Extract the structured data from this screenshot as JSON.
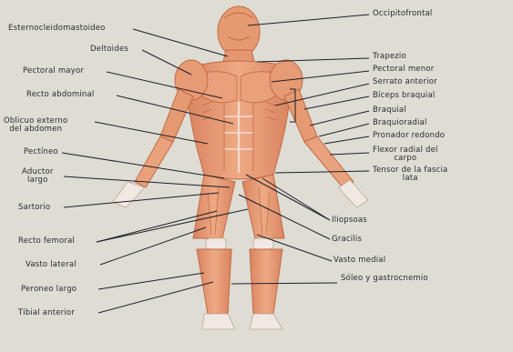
{
  "labels_left": [
    {
      "id": "esternocleidomastoideo",
      "text": "Esternocleidomastoideo"
    },
    {
      "id": "deltoides",
      "text": "Deltoides"
    },
    {
      "id": "pectoral-mayor",
      "text": "Pectoral mayor"
    },
    {
      "id": "recto-abdominal",
      "text": "Recto abdominal"
    },
    {
      "id": "oblicuo-externo",
      "text": "Oblicuo externo\ndel abdomen"
    },
    {
      "id": "pectineo",
      "text": "Pectíneo"
    },
    {
      "id": "aductor-largo",
      "text": "Aductor\nlargo"
    },
    {
      "id": "sartorio",
      "text": "Sartorio"
    },
    {
      "id": "recto-femoral",
      "text": "Recto femoral"
    },
    {
      "id": "vasto-lateral",
      "text": "Vasto lateral"
    },
    {
      "id": "peroneo-largo",
      "text": "Peroneo largo"
    },
    {
      "id": "tibial-anterior",
      "text": "Tibial anterior"
    }
  ],
  "labels_right": [
    {
      "id": "occipitofrontal",
      "text": "Occipitofrontal"
    },
    {
      "id": "trapezio",
      "text": "Trapezio"
    },
    {
      "id": "pectoral-menor",
      "text": "Pectoral menor"
    },
    {
      "id": "serrato-anterior",
      "text": "Serrato anterior"
    },
    {
      "id": "biceps-braquial",
      "text": "Bíceps braquial"
    },
    {
      "id": "braquial",
      "text": "Braquial"
    },
    {
      "id": "braquioradial",
      "text": "Braquioradial"
    },
    {
      "id": "pronador-redondo",
      "text": "Pronador redondo"
    },
    {
      "id": "flexor-radial",
      "text": "Flexor radial del\ncarpo"
    },
    {
      "id": "tensor-fascia-lata",
      "text": "Tensor de la fascia\nlata"
    },
    {
      "id": "iliopsoas",
      "text": "Iliopsoas"
    },
    {
      "id": "gracilis",
      "text": "Gracilis"
    },
    {
      "id": "vasto-medial",
      "text": "Vasto medial"
    },
    {
      "id": "soleo-gastrocnemio",
      "text": "Sóleo y gastrocnemio"
    }
  ],
  "colors": {
    "background": "#dedcd3",
    "muscle": "#e9a07a",
    "muscle_dark": "#c9714b",
    "tendon": "#f4ebe6",
    "leader_line": "#1e1e2a",
    "text": "#2a2a33"
  }
}
